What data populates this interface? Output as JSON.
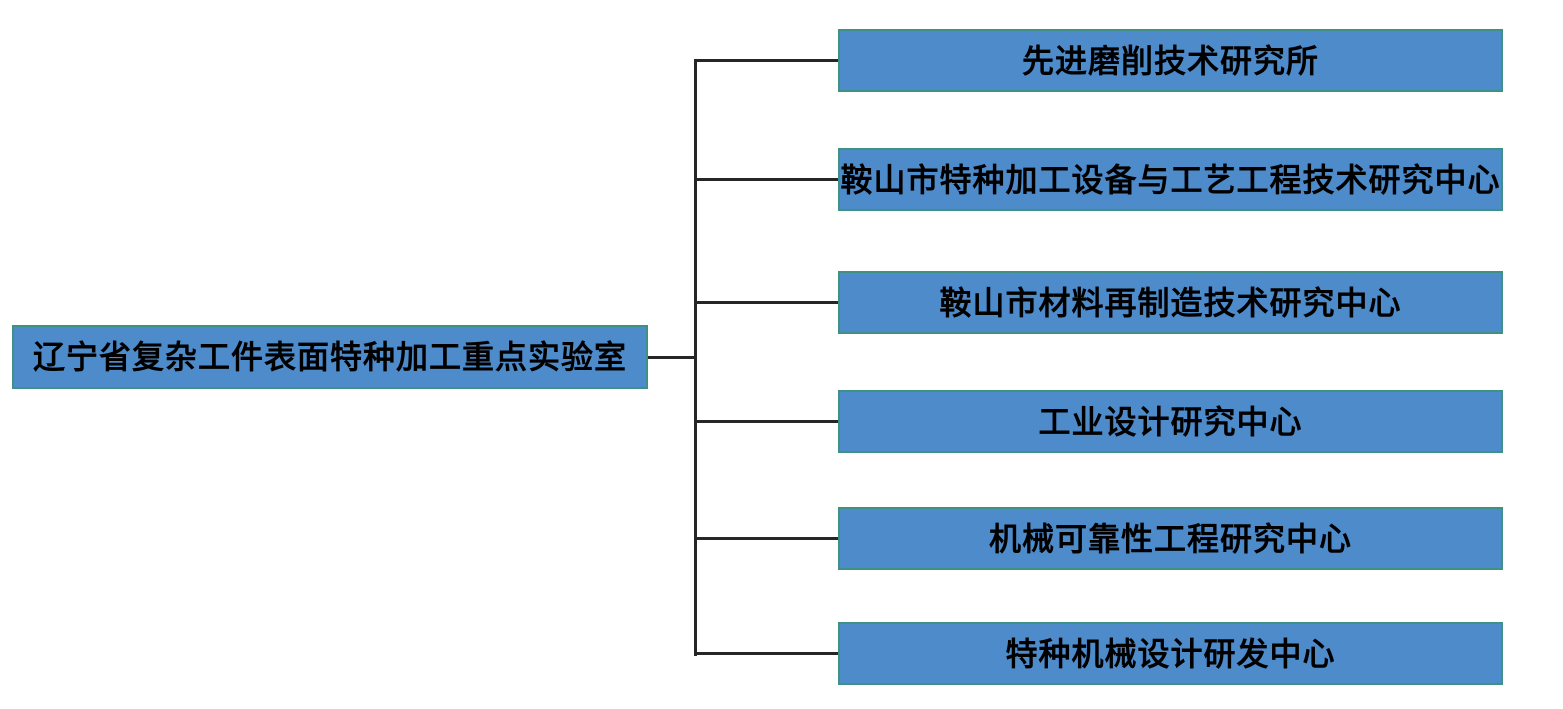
{
  "diagram": {
    "type": "org-chart",
    "root": {
      "label": "辽宁省复杂工件表面特种加工重点实验室"
    },
    "children": [
      {
        "label": "先进磨削技术研究所"
      },
      {
        "label": "鞍山市特种加工设备与工艺工程技术研究中心"
      },
      {
        "label": "鞍山市材料再制造技术研究中心"
      },
      {
        "label": "工业设计研究中心"
      },
      {
        "label": "机械可靠性工程研究中心"
      },
      {
        "label": "特种机械设计研发中心"
      }
    ],
    "colors": {
      "box_fill": "#4e8bcb",
      "box_border": "#3f9186",
      "connector_line": "#262626",
      "text": "#000000",
      "background": "#ffffff"
    }
  }
}
